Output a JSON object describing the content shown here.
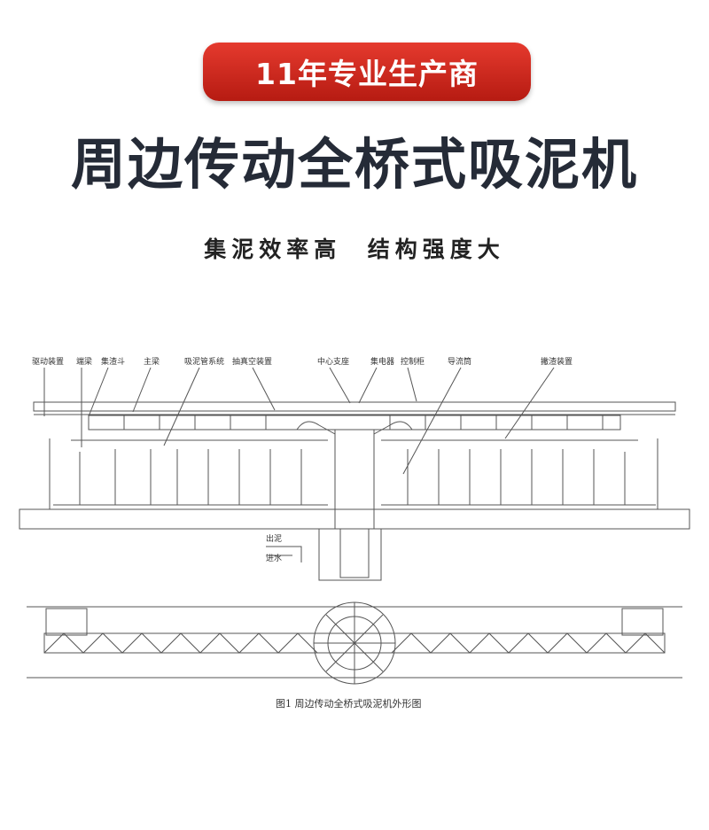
{
  "header": {
    "badge_text": "11年专业生产商",
    "title": "周边传动全桥式吸泥机",
    "subtitle": "集泥效率高  结构强度大"
  },
  "drawing": {
    "labels": {
      "drive": "驱动装置",
      "rail": "端梁",
      "hopper": "集渣斗",
      "main_beam": "主梁",
      "suction_pipe": "吸泥管系统",
      "vacuum": "抽真空装置",
      "center_support": "中心支座",
      "collector": "集电器",
      "control_cabinet": "控制柜",
      "guide_cylinder": "导流筒",
      "skimmer": "撇渣装置"
    },
    "outlet_mud": "出泥",
    "inlet_water": "进水",
    "caption": "图1  周边传动全桥式吸泥机外形图"
  },
  "colors": {
    "badge": "#d42a20",
    "title": "#252b37",
    "line": "#555555"
  }
}
